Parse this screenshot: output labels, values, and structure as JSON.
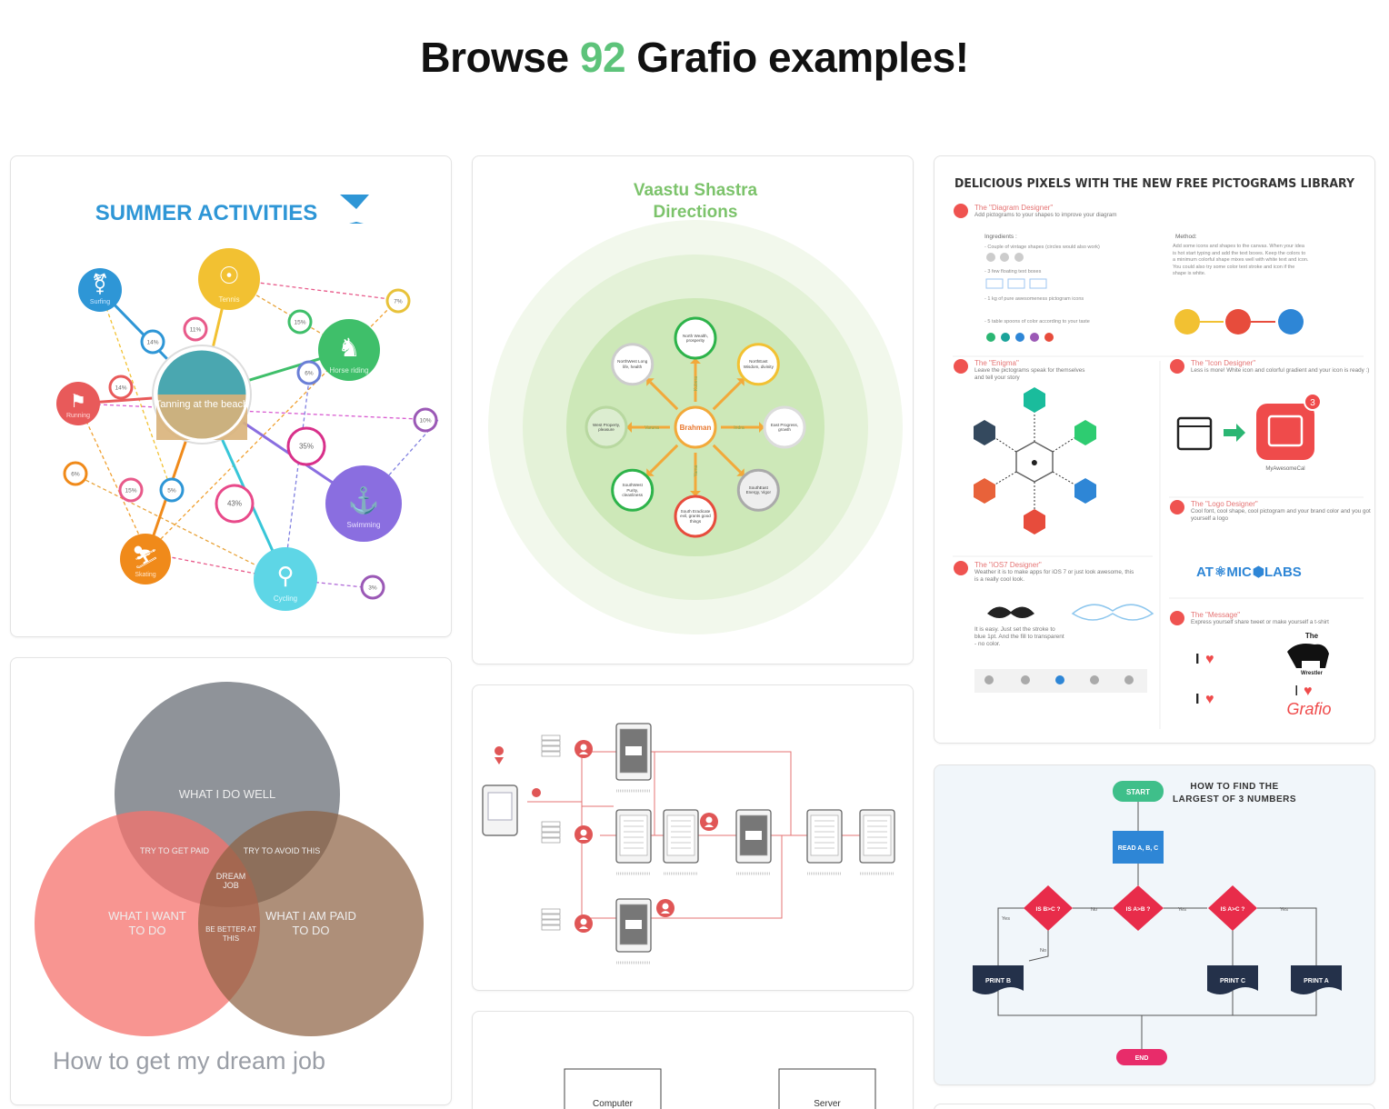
{
  "header": {
    "prefix": "Browse ",
    "count": "92",
    "suffix": " Grafio examples!"
  },
  "colors": {
    "accent": "#5dc37a",
    "summer_title": "#2e96d6",
    "vaastu_title": "#7cc36b"
  },
  "examples": {
    "summer": {
      "title": "SUMMER ACTIVITIES",
      "center": "Tanning at the beach",
      "activities": [
        "Surfing",
        "Tennis",
        "Horse riding",
        "Running",
        "Swimming",
        "Skating",
        "Cycling"
      ],
      "percents": [
        "7%",
        "11%",
        "15%",
        "14%",
        "6%",
        "14%",
        "10%",
        "35%",
        "6%",
        "15%",
        "5%",
        "43%",
        "3%"
      ]
    },
    "vaastu": {
      "title_line1": "Vaastu Shastra",
      "title_line2": "Directions",
      "center": "Brahman",
      "nodes": [
        "North Wealth, prosperity",
        "NorthEast Wisdom, divinity",
        "East Progress, growth",
        "SouthEast Energy, Vigor",
        "South Eradicate evil, grants good things",
        "SouthWest Purity, cleanliness",
        "West Property, pleasure",
        "NorthWest Long life, health"
      ],
      "arrow_labels": [
        "Kubera",
        "Indra",
        "Varuna",
        "Yama"
      ]
    },
    "pictograms": {
      "title": "DELICIOUS PIXELS WITH THE NEW FREE PICTOGRAMS LIBRARY",
      "s1_title": "The \"Diagram Designer\"",
      "s1_sub": "Add pictograms to your shapes to improve your diagram",
      "ingredients": "Ingredients :",
      "method": "Method:",
      "ing1": "- Couple of vintage shapes (circles would also work)",
      "ing2": "- 3 few floating text boxes",
      "ing3": "- 1 kg of pure awesomeness pictogram icons",
      "ing4": "- 5 table spoons of color according to your taste",
      "method_text": "Add some icons and shapes to the canvas. When your idea is hot start typing and add the text boxes. Keep the colors to a minimum colorful shape mixes well with white text and icon. You could also try some color text stroke and icon if the shape is white.",
      "s2_title": "The \"Enigma\"",
      "s2_sub": "Leave the pictograms speak for themselves and tell your story",
      "s3_title": "The \"Icon Designer\"",
      "s3_sub": "Less is more! White icon and colorful gradient and your icon is ready :)",
      "badge": "3",
      "app_name": "MyAwesomeCal",
      "s4_title": "The \"iOS7 Designer\"",
      "s4_sub": "Weather it is to make apps for iOS 7 or just look awesome, this is a really cool look.",
      "s4_note": "It is easy. Just set the stroke to blue 1pt. And the fill to transparent - no color.",
      "s5_title": "The \"Logo Designer\"",
      "s5_sub": "Cool font, cool shape, cool pictogram and your brand color and you got yourself a logo",
      "atomic_left": "AT",
      "atomic_mid": "MIC",
      "atomic_right": "LABS",
      "s6_title": "The \"Message\"",
      "s6_sub": "Express yourself share tweet or make yourself a t-shirt",
      "the": "The",
      "wrestler": "Wrestler",
      "grafio": "Grafio",
      "i": "I"
    },
    "venn": {
      "well": "WHAT I DO WELL",
      "want1": "WHAT I WANT",
      "want2": "TO DO",
      "paid1": "WHAT I AM PAID",
      "paid2": "TO DO",
      "try_paid": "TRY TO GET PAID",
      "try_avoid": "TRY TO AVOID THIS",
      "dream1": "DREAM",
      "dream2": "JOB",
      "better1": "BE BETTER AT",
      "better2": "THIS",
      "caption": "How to get my dream job"
    },
    "flowchart": {
      "title1": "HOW TO FIND THE",
      "title2": "LARGEST OF 3 NUMBERS",
      "start": "START",
      "read": "READ A, B, C",
      "d1": "IS B>C ?",
      "d2": "IS A>B ?",
      "d3": "IS A>C ?",
      "p1": "PRINT B",
      "p2": "PRINT C",
      "p3": "PRINT A",
      "end": "END",
      "yes": "Yes",
      "no": "No"
    },
    "network": {
      "computer": "Computer",
      "server": "Server"
    }
  }
}
